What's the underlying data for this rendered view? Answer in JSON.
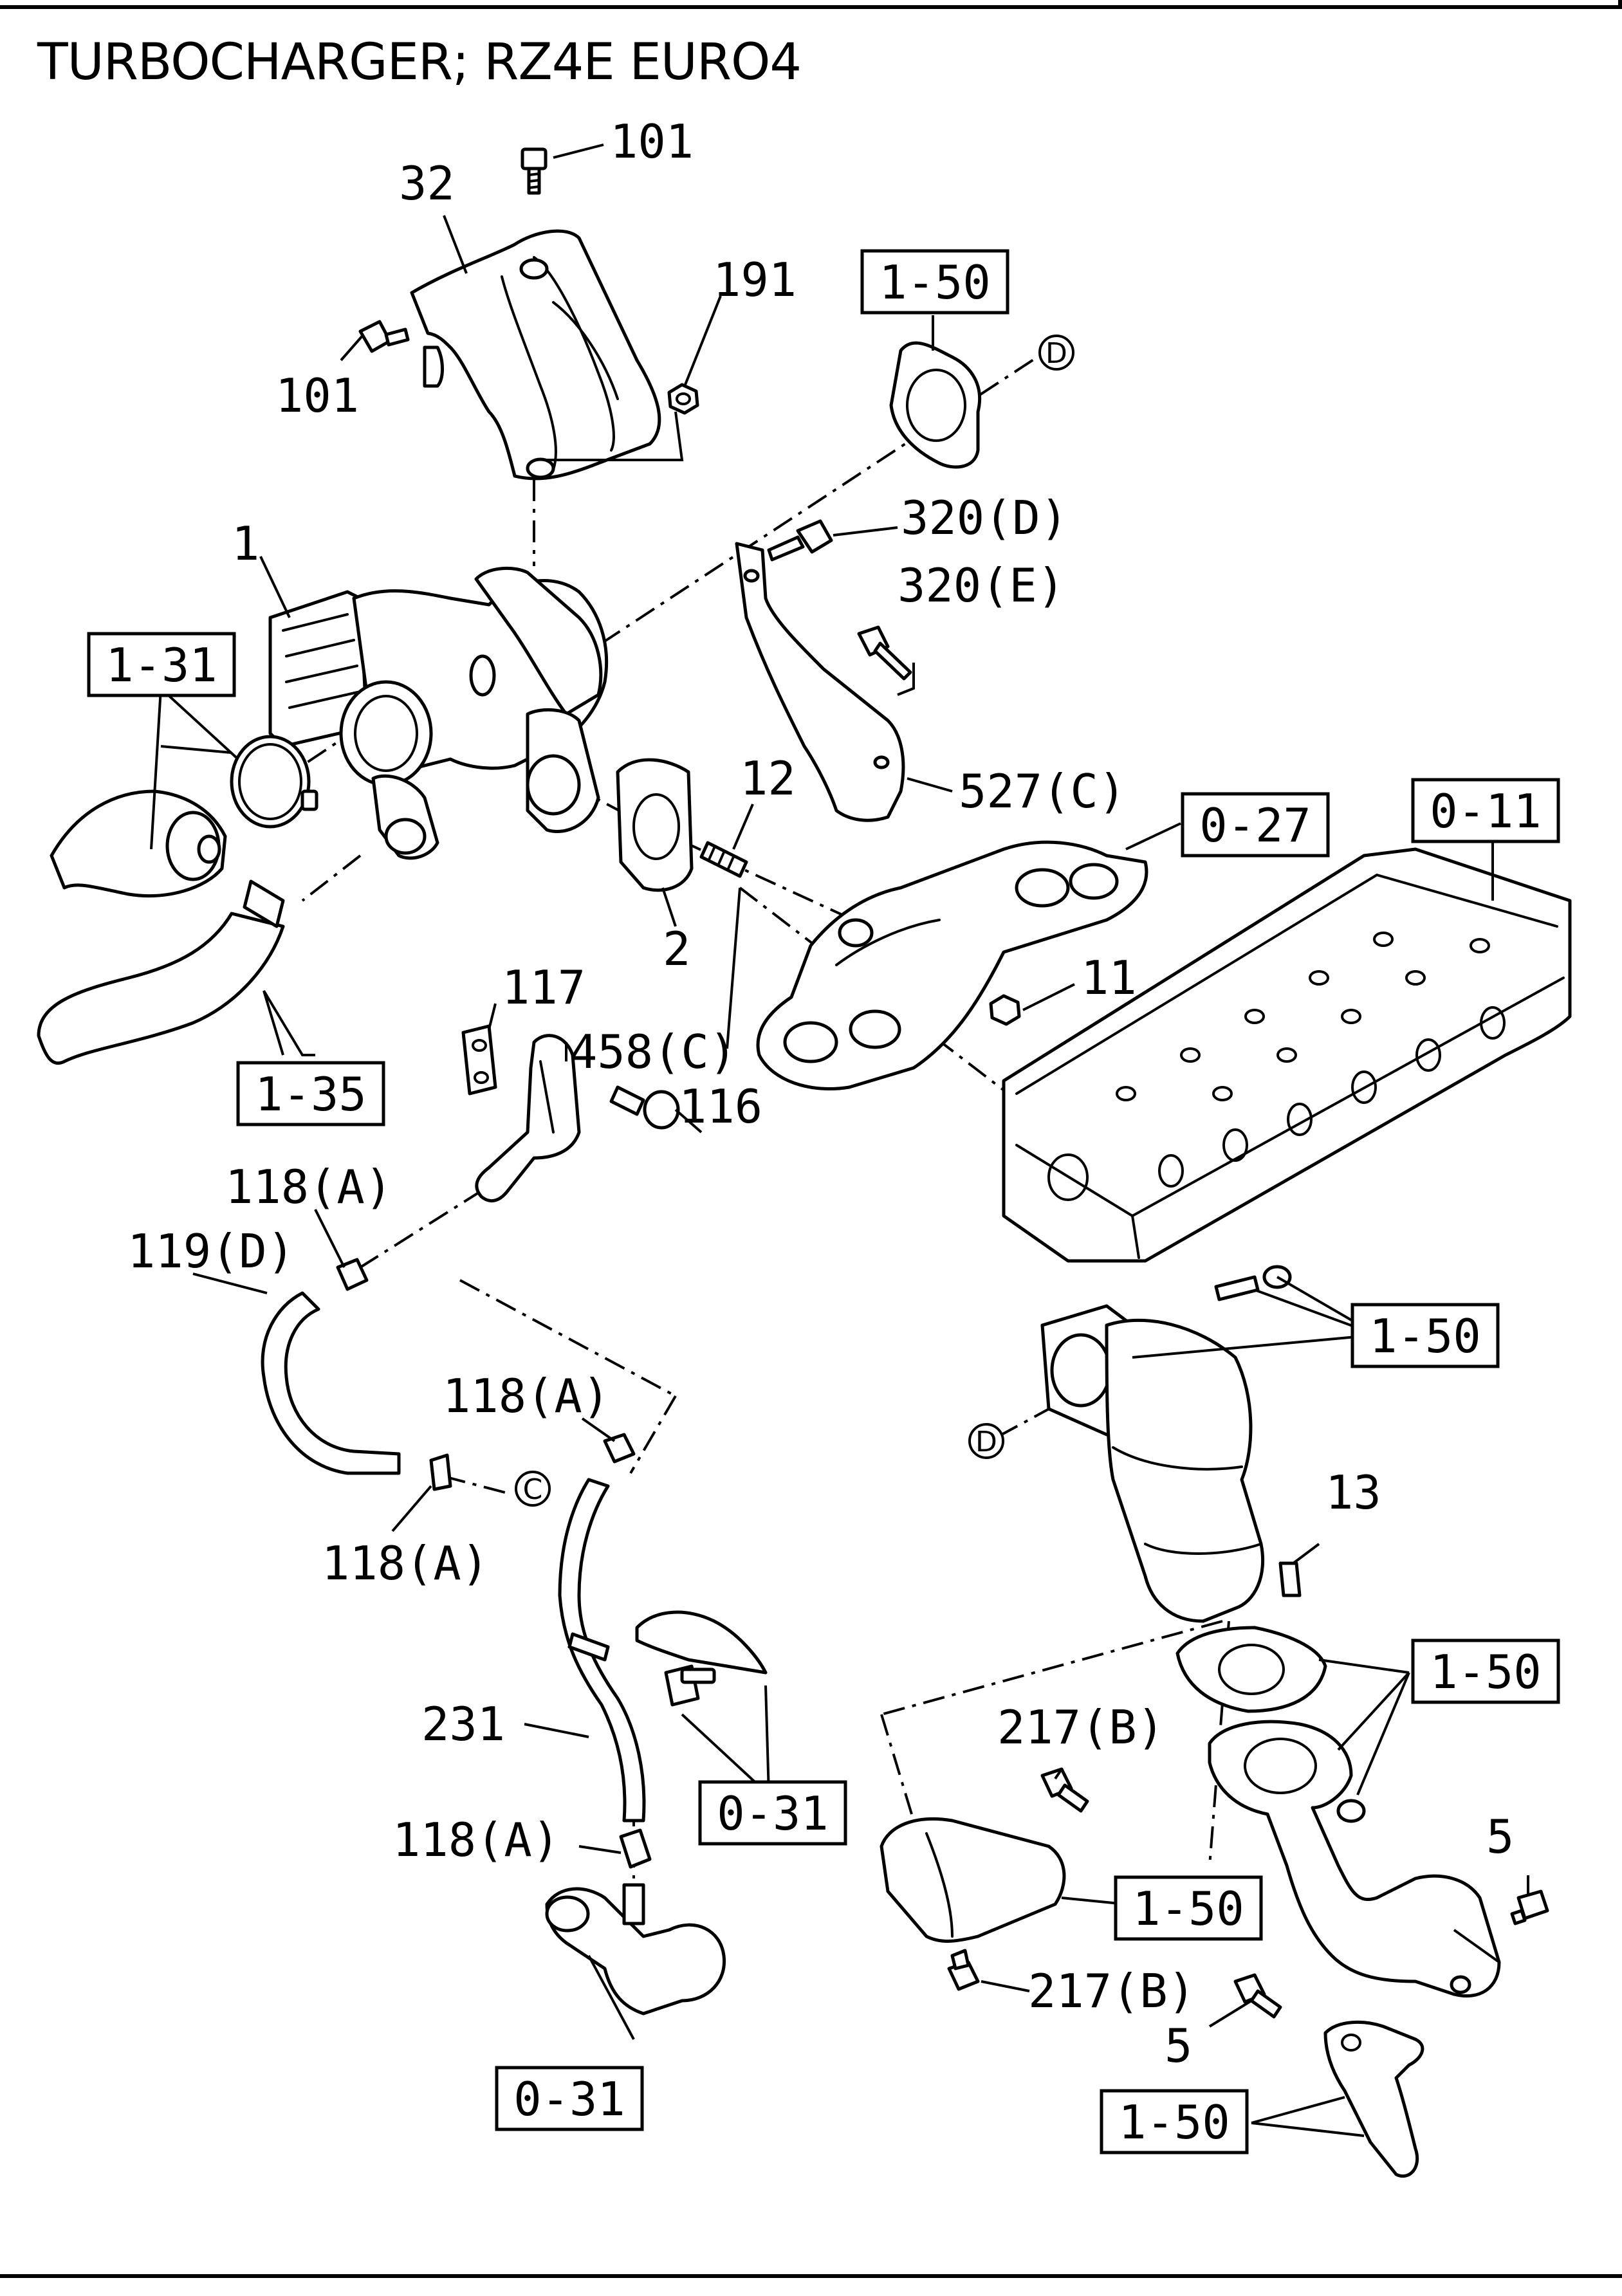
{
  "title": "TURBOCHARGER; RZ4E EURO4",
  "part_labels": {
    "p101_top": "101",
    "p32": "32",
    "p191": "191",
    "p101_left": "101",
    "p1": "1",
    "p320d": "320(D)",
    "p320e": "320(E)",
    "p527c": "527(C)",
    "p12": "12",
    "p2": "2",
    "p11": "11",
    "p117": "117",
    "p458c": "458(C)",
    "p116": "116",
    "p118a_1": "118(A)",
    "p119d": "119(D)",
    "p118a_2": "118(A)",
    "p118a_3": "118(A)",
    "p13": "13",
    "p217b_1": "217(B)",
    "p231": "231",
    "p118a_4": "118(A)",
    "p217b_2": "217(B)",
    "p5_right": "5",
    "p5_lower": "5"
  },
  "reference_boxes": {
    "ref_150_top": "1-50",
    "ref_131": "1-31",
    "ref_027": "0-27",
    "ref_011": "0-11",
    "ref_135": "1-35",
    "ref_150_cat": "1-50",
    "ref_150_gasket": "1-50",
    "ref_031_mid": "0-31",
    "ref_150_heat": "1-50",
    "ref_031_bottom": "0-31",
    "ref_150_bottom": "1-50"
  },
  "connector_marks": {
    "d_top": "D",
    "d_cat": "D",
    "c_hose": "C"
  }
}
